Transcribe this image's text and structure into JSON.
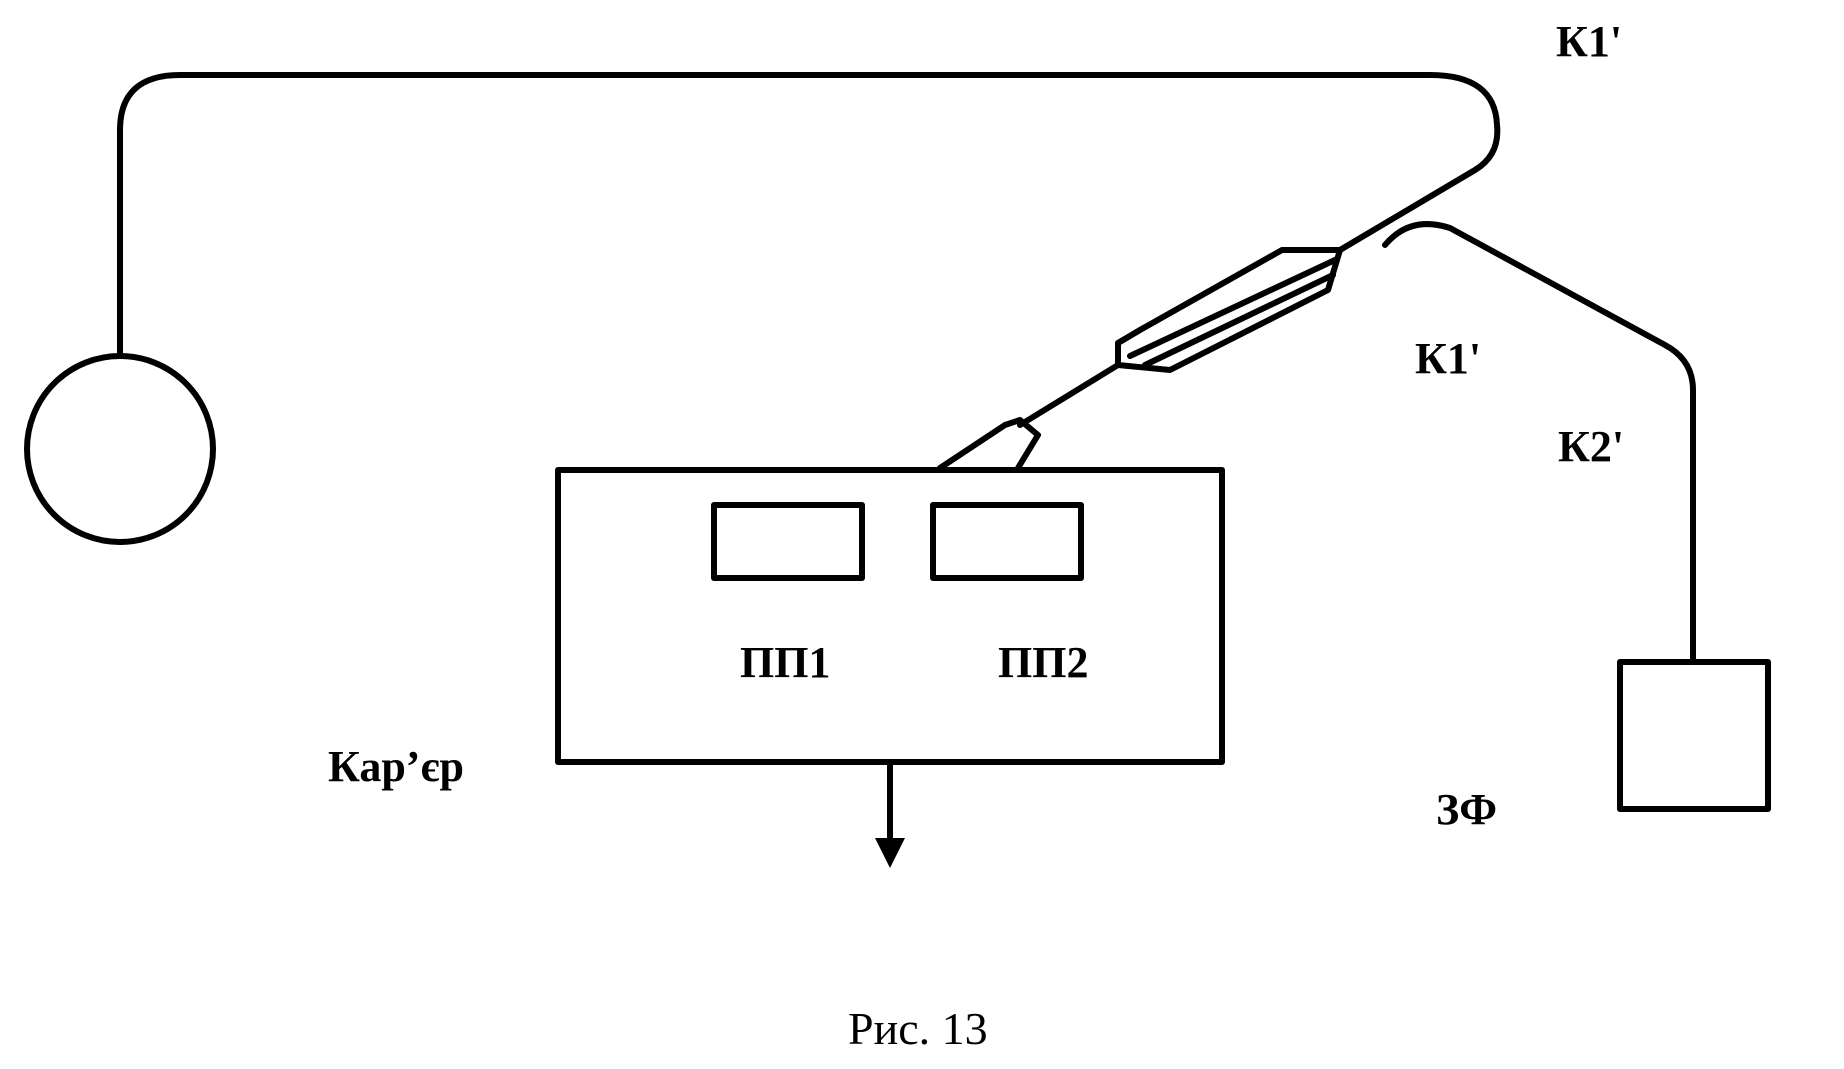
{
  "labels": {
    "k1_top": "К1'",
    "k1_mid": "К1'",
    "k2": "К2'",
    "pp1": "ПП1",
    "pp2": "ПП2",
    "quarry": "Кар’єр",
    "zf": "ЗФ"
  },
  "caption": "Рис. 13",
  "colors": {
    "line": "#000000",
    "background": "#ffffff"
  }
}
